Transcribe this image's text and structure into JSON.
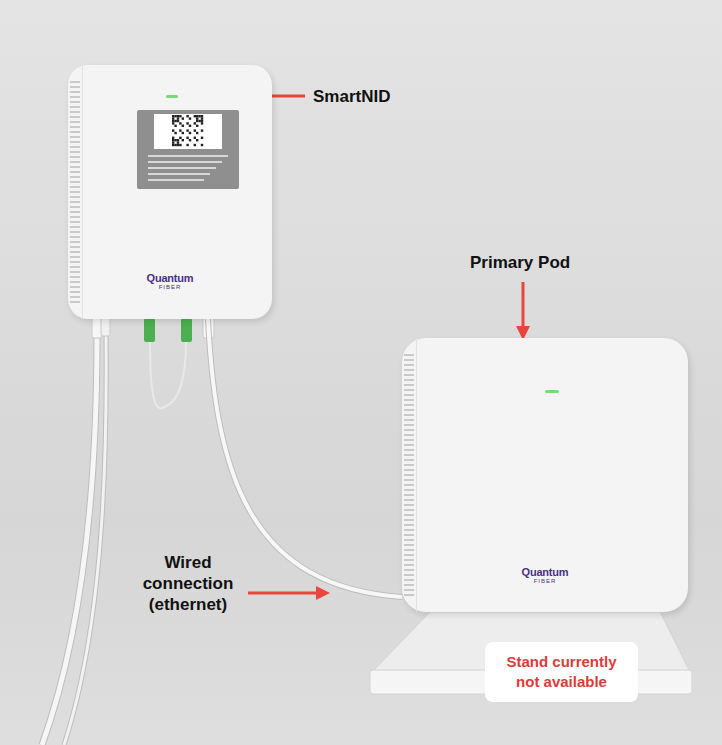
{
  "diagram": {
    "nodes": [
      {
        "text": [
          "Quantum",
          "FIBER"
        ]
      },
      {
        "text": [
          "Quantum",
          "FIBER"
        ]
      },
      {
        "text": [
          "Stand currently not available"
        ]
      }
    ],
    "edges": [
      {
        "from": 0,
        "to": 1,
        "arrow": "none"
      }
    ],
    "labels": [
      "SmartNID",
      "Primary Pod",
      "Wired connection (ethernet)"
    ]
  }
}
